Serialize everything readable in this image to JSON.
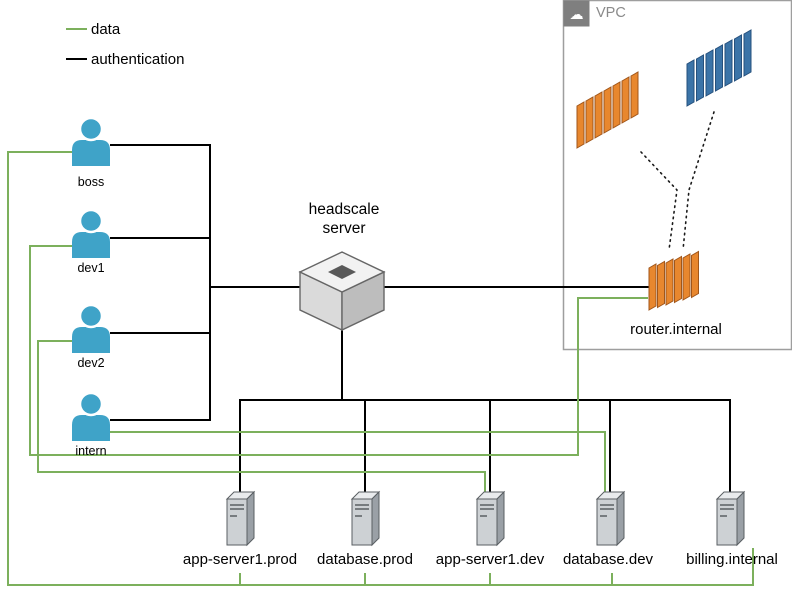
{
  "legend": {
    "data_label": "data",
    "auth_label": "authentication"
  },
  "users": [
    {
      "label": "boss"
    },
    {
      "label": "dev1"
    },
    {
      "label": "dev2"
    },
    {
      "label": "intern"
    }
  ],
  "headscale": {
    "label": "headscale server"
  },
  "vpc": {
    "label": "VPC"
  },
  "router": {
    "label": "router.internal"
  },
  "servers": [
    {
      "label": "app-server1.prod"
    },
    {
      "label": "database.prod"
    },
    {
      "label": "app-server1.dev"
    },
    {
      "label": "database.dev"
    },
    {
      "label": "billing.internal"
    }
  ],
  "icons": {
    "cloud": "☁"
  },
  "colors": {
    "data_line": "#7CB05C",
    "auth_line": "#000000",
    "user_blue": "#3FA3C8",
    "aws_orange": "#E8872E",
    "aws_blue": "#3B74A8",
    "vpc_border": "#9E9E9E",
    "vpc_tab": "#7F7F7F"
  },
  "edges": {
    "authentication": [
      "boss - headscale server",
      "dev1 - headscale server",
      "dev2 - headscale server",
      "intern - headscale server",
      "headscale server - router.internal",
      "headscale server - app-server1.prod",
      "headscale server - database.prod",
      "headscale server - app-server1.dev",
      "headscale server - database.dev",
      "headscale server - billing.internal"
    ],
    "data": [
      "boss - app-server1.prod",
      "boss - database.prod",
      "boss - app-server1.dev",
      "boss - database.dev",
      "boss - billing.internal",
      "dev1 - router.internal",
      "dev2 - app-server1.dev",
      "intern - database.dev"
    ]
  }
}
